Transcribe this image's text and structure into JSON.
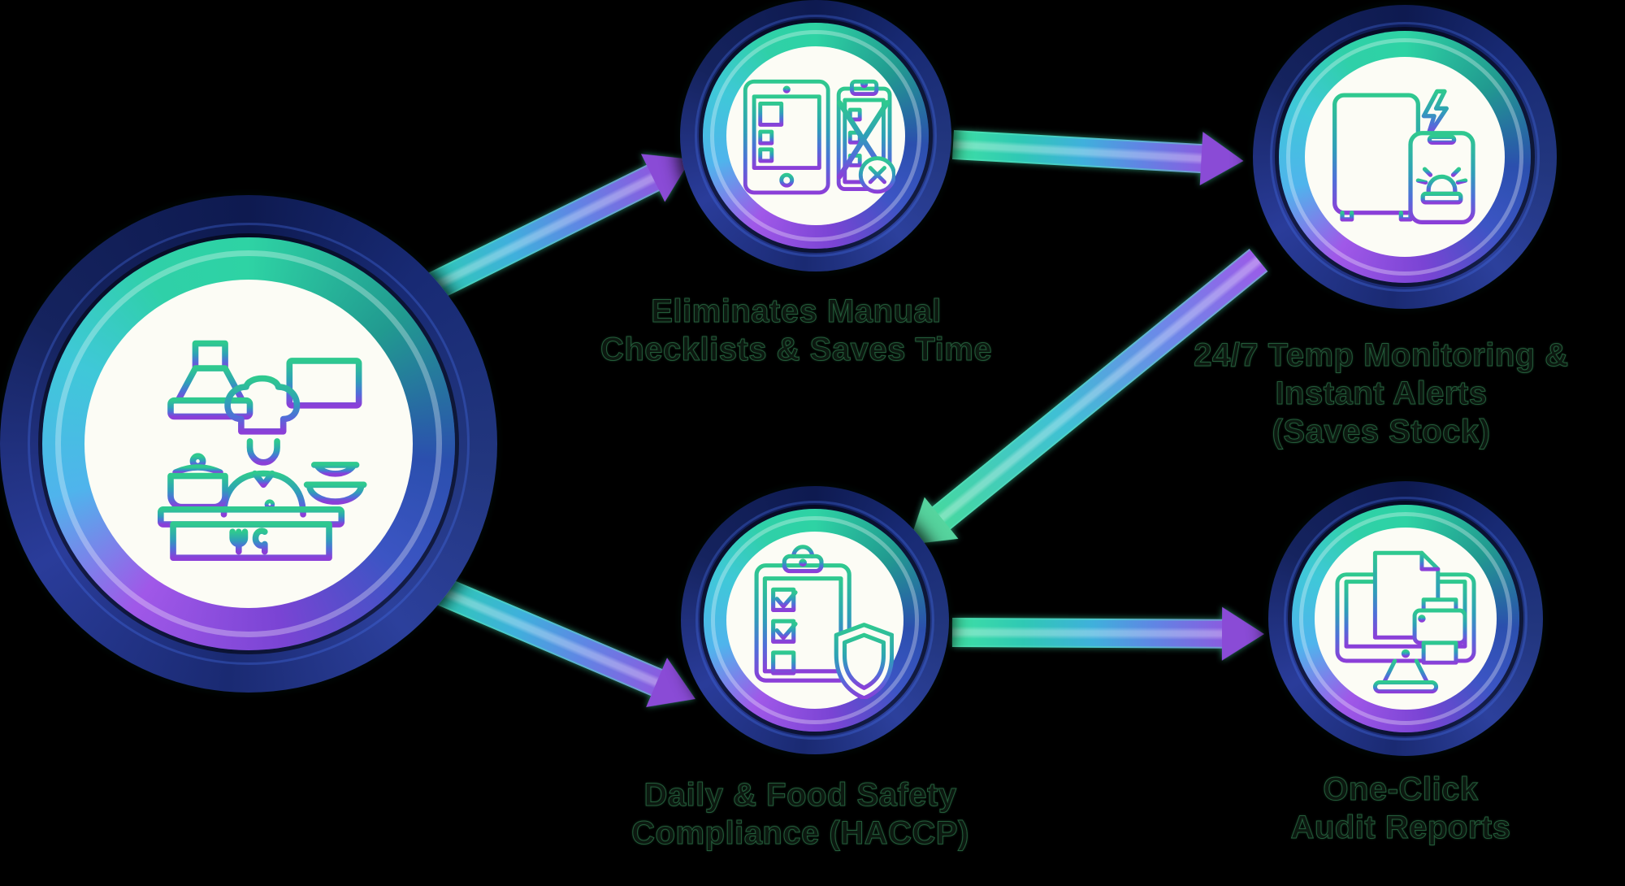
{
  "colors": {
    "background": "#000000",
    "ring_navy": "#1b2a75",
    "ring_green": "#2ed3a4",
    "ring_cyan": "#4fb4ec",
    "ring_purple": "#a058e8",
    "arrow_green": "#3fe0a4",
    "arrow_purple": "#8a5ce0",
    "caption_text": "#0c1810",
    "node_face": "#fcfcf5"
  },
  "nodes": [
    {
      "id": "kitchen-start",
      "icon": "kitchen-chef-icon",
      "label_lines": []
    },
    {
      "id": "eliminate-checklists",
      "icon": "tablet-checklist-icon",
      "label_lines": [
        "Eliminates Manual",
        "Checklists & Saves Time"
      ]
    },
    {
      "id": "temp-monitoring",
      "icon": "fridge-alert-phone-icon",
      "label_lines": [
        "24/7 Temp Monitoring &",
        "Instant Alerts",
        "(Saves Stock)"
      ]
    },
    {
      "id": "food-safety-compliance",
      "icon": "haccp-clipboard-shield-icon",
      "label_lines": [
        "Daily & Food Safety",
        "Compliance (HACCP)"
      ]
    },
    {
      "id": "audit-reports",
      "icon": "audit-monitor-printer-icon",
      "label_lines": [
        "One-Click",
        "Audit Reports"
      ]
    }
  ],
  "flow": [
    {
      "from": "kitchen-start",
      "to": "eliminate-checklists"
    },
    {
      "from": "eliminate-checklists",
      "to": "temp-monitoring"
    },
    {
      "from": "temp-monitoring",
      "to": "food-safety-compliance"
    },
    {
      "from": "kitchen-start",
      "to": "food-safety-compliance"
    },
    {
      "from": "food-safety-compliance",
      "to": "audit-reports"
    }
  ]
}
